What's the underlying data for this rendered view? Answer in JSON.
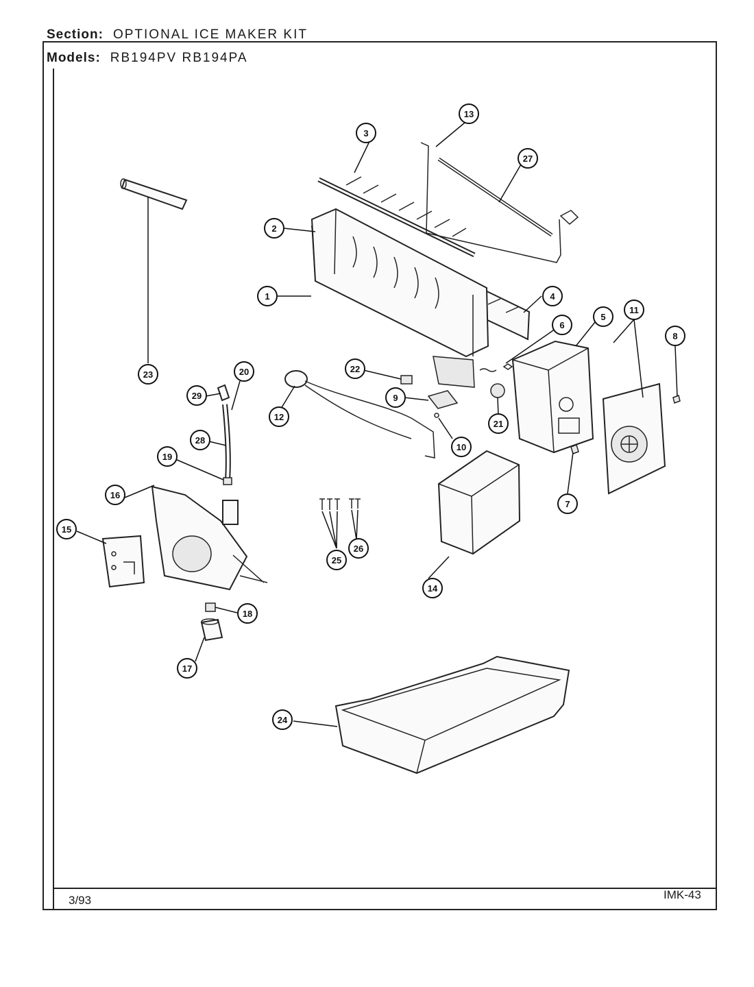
{
  "header": {
    "section_label": "Section:",
    "section_value": "OPTIONAL ICE MAKER KIT",
    "models_label": "Models:",
    "models_value": "RB194PV RB194PA"
  },
  "footer": {
    "date": "3/93",
    "code": "IMK-43"
  },
  "callouts": [
    "1",
    "2",
    "3",
    "4",
    "5",
    "6",
    "7",
    "8",
    "9",
    "10",
    "11",
    "12",
    "13",
    "14",
    "15",
    "16",
    "17",
    "18",
    "19",
    "20",
    "21",
    "22",
    "23",
    "24",
    "25",
    "26",
    "27",
    "28",
    "29"
  ]
}
